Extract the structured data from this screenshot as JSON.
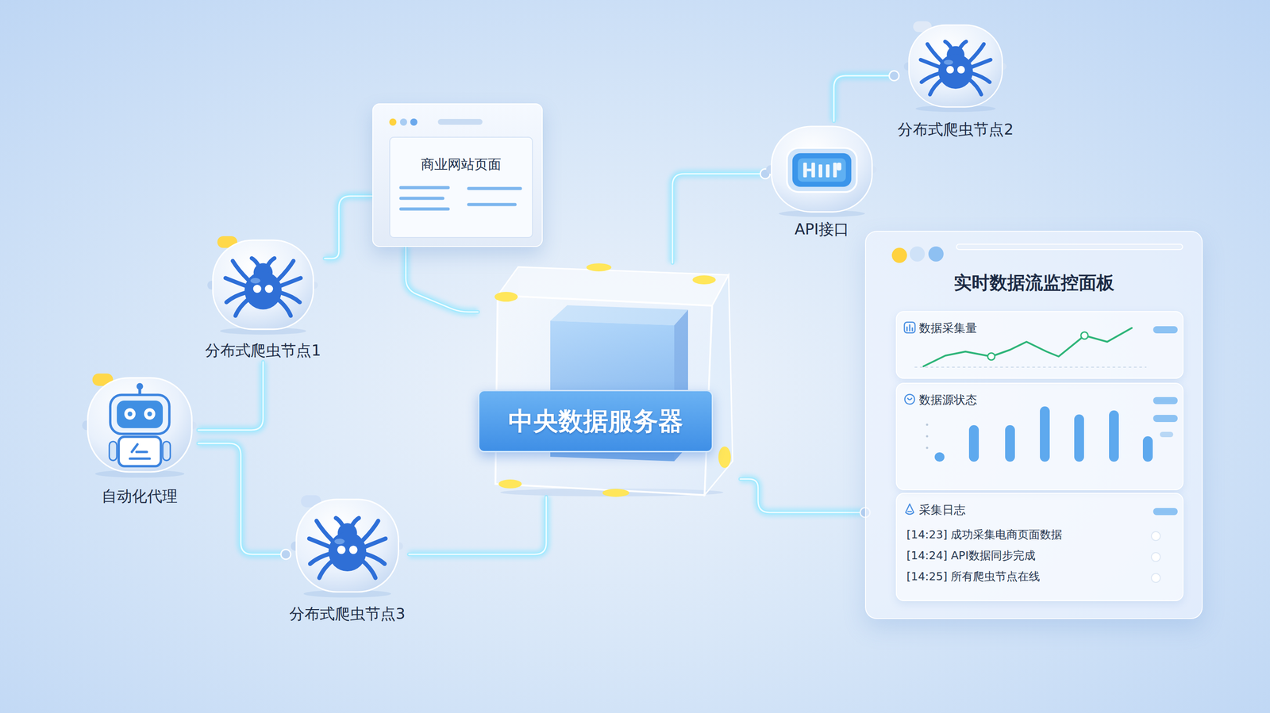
{
  "diagram": {
    "nodes": [
      {
        "text": [
          "商业网站页面"
        ]
      },
      {
        "text": [
          "分布式爬虫节点2"
        ]
      },
      {
        "text": [
          "API接口"
        ]
      },
      {
        "text": [
          "分布式爬虫节点1"
        ]
      },
      {
        "text": [
          "实时数据流监控面板"
        ]
      },
      {
        "text": [
          "数据采集量"
        ],
        "in": 4
      },
      {
        "text": [
          "数据源状态"
        ],
        "in": 4
      },
      {
        "text": [
          "采集日志",
          "[14:23] 成功采集电商页面数据",
          "[14:24] API数据同步完成",
          "[14:25] 所有爬虫节点在线"
        ],
        "in": 4
      },
      {
        "text": [
          "中央数据服务器"
        ]
      },
      {
        "text": [
          "自动化代理"
        ]
      },
      {
        "text": [
          "分布式爬虫节点3"
        ]
      }
    ],
    "edges": [
      {
        "from": 3,
        "to": 0,
        "arrow": "none"
      },
      {
        "from": 0,
        "to": 8,
        "arrow": "none"
      },
      {
        "from": 10,
        "to": 8,
        "arrow": "none"
      },
      {
        "from": 8,
        "to": 2,
        "arrow": "none"
      },
      {
        "from": 2,
        "to": 1,
        "arrow": "none"
      },
      {
        "from": 9,
        "to": 3,
        "arrow": "none"
      },
      {
        "from": 9,
        "to": 10,
        "arrow": "none"
      },
      {
        "from": 8,
        "to": 4,
        "arrow": "none"
      }
    ]
  }
}
